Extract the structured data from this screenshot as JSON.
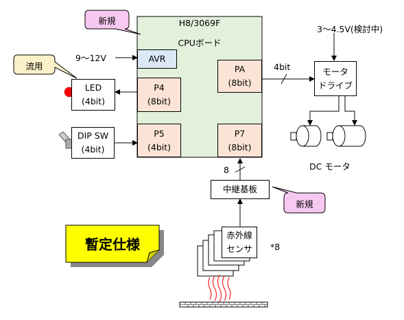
{
  "cpu": {
    "title": "H8/3069F",
    "subtitle": "CPUボード"
  },
  "avr": {
    "label": "AVR",
    "input_label": "9〜12V"
  },
  "ports": {
    "pa": {
      "name": "PA",
      "width": "(8bit)"
    },
    "p4": {
      "name": "P4",
      "width": "(8bit)"
    },
    "p5": {
      "name": "P5",
      "width": "(4bit)"
    },
    "p7": {
      "name": "P7",
      "width": "(8bit)"
    }
  },
  "led": {
    "name": "LED",
    "width": "(4bit)"
  },
  "dipsw": {
    "name": "DIP SW",
    "width": "(4bit)"
  },
  "motor_driver": {
    "line1": "モータ",
    "line2": "ドライブ",
    "power": "3〜4.5V(検討中)"
  },
  "bus_label": "4bit",
  "dc_motor_label": "DC モータ",
  "relay": {
    "label": "中継基板",
    "bus_label": "8"
  },
  "sensor": {
    "line1": "赤外線",
    "line2": "センサ",
    "count": "*8"
  },
  "callouts": {
    "new_top": "新規",
    "reuse": "流用",
    "new_relay": "新規"
  },
  "note": "暫定仕様",
  "colors": {
    "cpu_board": "#e3f1dc",
    "port": "#fbe4d5",
    "avr": "#dbe9f6",
    "callout_new": "#f7c8f0",
    "callout_reuse": "#fbf0c8",
    "note": "#ffff00",
    "ir_waves": "#ff3333"
  }
}
